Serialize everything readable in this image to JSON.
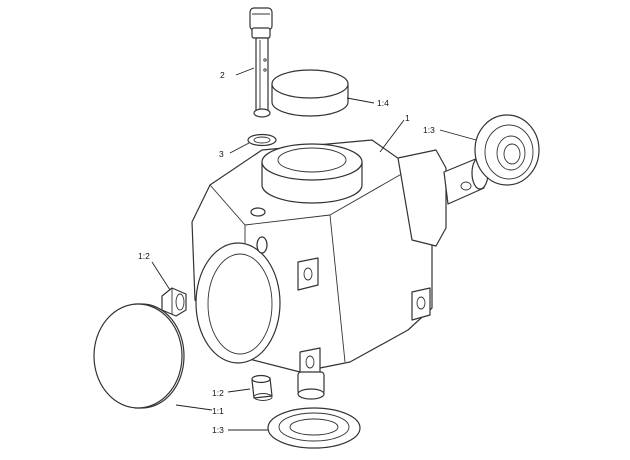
{
  "callouts": {
    "c2": "2",
    "c1_4": "1:4",
    "c1": "1",
    "c1_3_top": "1:3",
    "c3": "3",
    "c1_2_left": "1:2",
    "c1_2_bottom": "1:2",
    "c1_1": "1:1",
    "c1_3_bottom": "1:3"
  },
  "colors": {
    "line": "#333333",
    "background": "#ffffff"
  }
}
